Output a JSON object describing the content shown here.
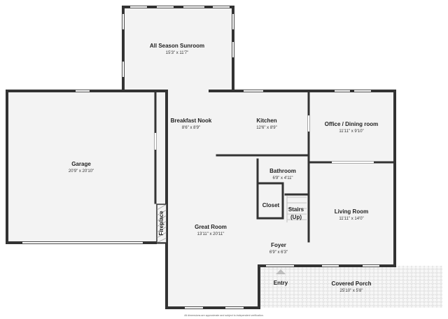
{
  "rooms": {
    "sunroom": {
      "name": "All Season Sunroom",
      "dim": "15'3\" x 11'7\""
    },
    "breakfast": {
      "name": "Breakfast Nook",
      "dim": "8'6\" x 8'9\""
    },
    "kitchen": {
      "name": "Kitchen",
      "dim": "12'6\" x 8'9\""
    },
    "office": {
      "name": "Office / Dining room",
      "dim": "11'11\" x 9'10\""
    },
    "garage": {
      "name": "Garage",
      "dim": "20'9\" x 20'10\""
    },
    "bathroom": {
      "name": "Bathroom",
      "dim": "6'9\" x 4'11\""
    },
    "closet": {
      "name": "Closet"
    },
    "stairs": {
      "name": "Stairs",
      "dir": "(Up)"
    },
    "living": {
      "name": "Living Room",
      "dim": "11'11\" x 14'0\""
    },
    "fireplace": {
      "name": "Fireplace"
    },
    "great": {
      "name": "Great Room",
      "dim": "13'11\" x 20'11\""
    },
    "foyer": {
      "name": "Foyer",
      "dim": "6'9\" x 6'3\""
    },
    "entry": {
      "name": "Entry"
    },
    "porch": {
      "name": "Covered Porch",
      "dim": "25'10\" x 5'8\""
    }
  },
  "disclaimer": "All dimensions are approximate and subject to independent verification."
}
